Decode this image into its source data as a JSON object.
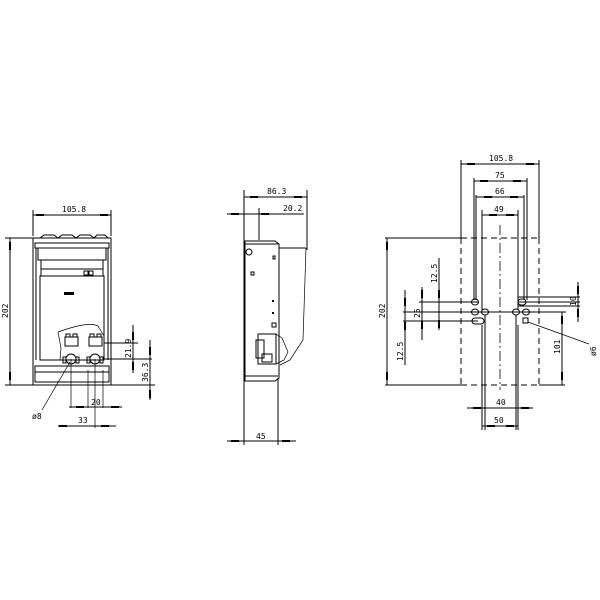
{
  "drawing": {
    "front_view": {
      "width_label": "105.8",
      "height_label": "202",
      "terminal_spacing_label": "20",
      "terminal_offset_label": "33",
      "terminal_height_label": "21.9",
      "terminal_base_label": "36.3",
      "hole_diameter_label": "ø8"
    },
    "side_view": {
      "depth_label": "86.3",
      "front_offset_label": "20.2",
      "base_depth_label": "45"
    },
    "mounting_view": {
      "overall_width_label": "105.8",
      "width_75_label": "75",
      "width_66_label": "66",
      "width_49_label": "49",
      "height_label": "202",
      "spacing_12_5_top_label": "12.5",
      "spacing_25_label": "25",
      "spacing_12_5_bottom_label": "12.5",
      "slot_label": "10",
      "vertical_101_label": "101",
      "hole_diameter_label": "ø6",
      "bottom_40_label": "40",
      "bottom_50_label": "50"
    }
  }
}
